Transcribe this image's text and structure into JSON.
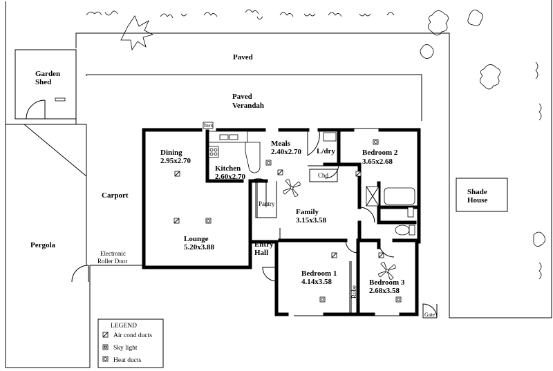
{
  "rooms": {
    "paved": "Paved",
    "paved_verandah_line1": "Paved",
    "paved_verandah_line2": "Verandah",
    "garden_shed_line1": "Garden",
    "garden_shed_line2": "Shed",
    "carport": "Carport",
    "pergola": "Pergola",
    "electronic_door_line1": "Electronic",
    "electronic_door_line2": "Roller Door",
    "dining": "Dining",
    "dining_size": "2.95x2.70",
    "kitchen": "Kitchen",
    "kitchen_size": "2.60x2.70",
    "meals": "Meals",
    "meals_size": "2.40x2.70",
    "laundry": "L/dry",
    "bedroom2": "Bedroom 2",
    "bedroom2_size": "3.65x2.68",
    "cbd": "Cbd",
    "pantry": "Pantry",
    "family": "Family",
    "family_size": "3.15x3.58",
    "lounge": "Lounge",
    "lounge_size": "5.20x3.88",
    "entry_line1": "Entry",
    "entry_line2": "Hall",
    "bedroom1": "Bedroom 1",
    "bedroom1_size": "4.14x3.58",
    "robe": "Robe",
    "bedroom3": "Bedroom 3",
    "bedroom3_size": "2.68x3.58",
    "shade_line1": "Shade",
    "shade_line2": "House",
    "gate": "Gate",
    "hws": "hws"
  },
  "legend": {
    "title": "LEGEND",
    "items": [
      "Air cond ducts",
      "Sky light",
      "Heat ducts"
    ]
  }
}
